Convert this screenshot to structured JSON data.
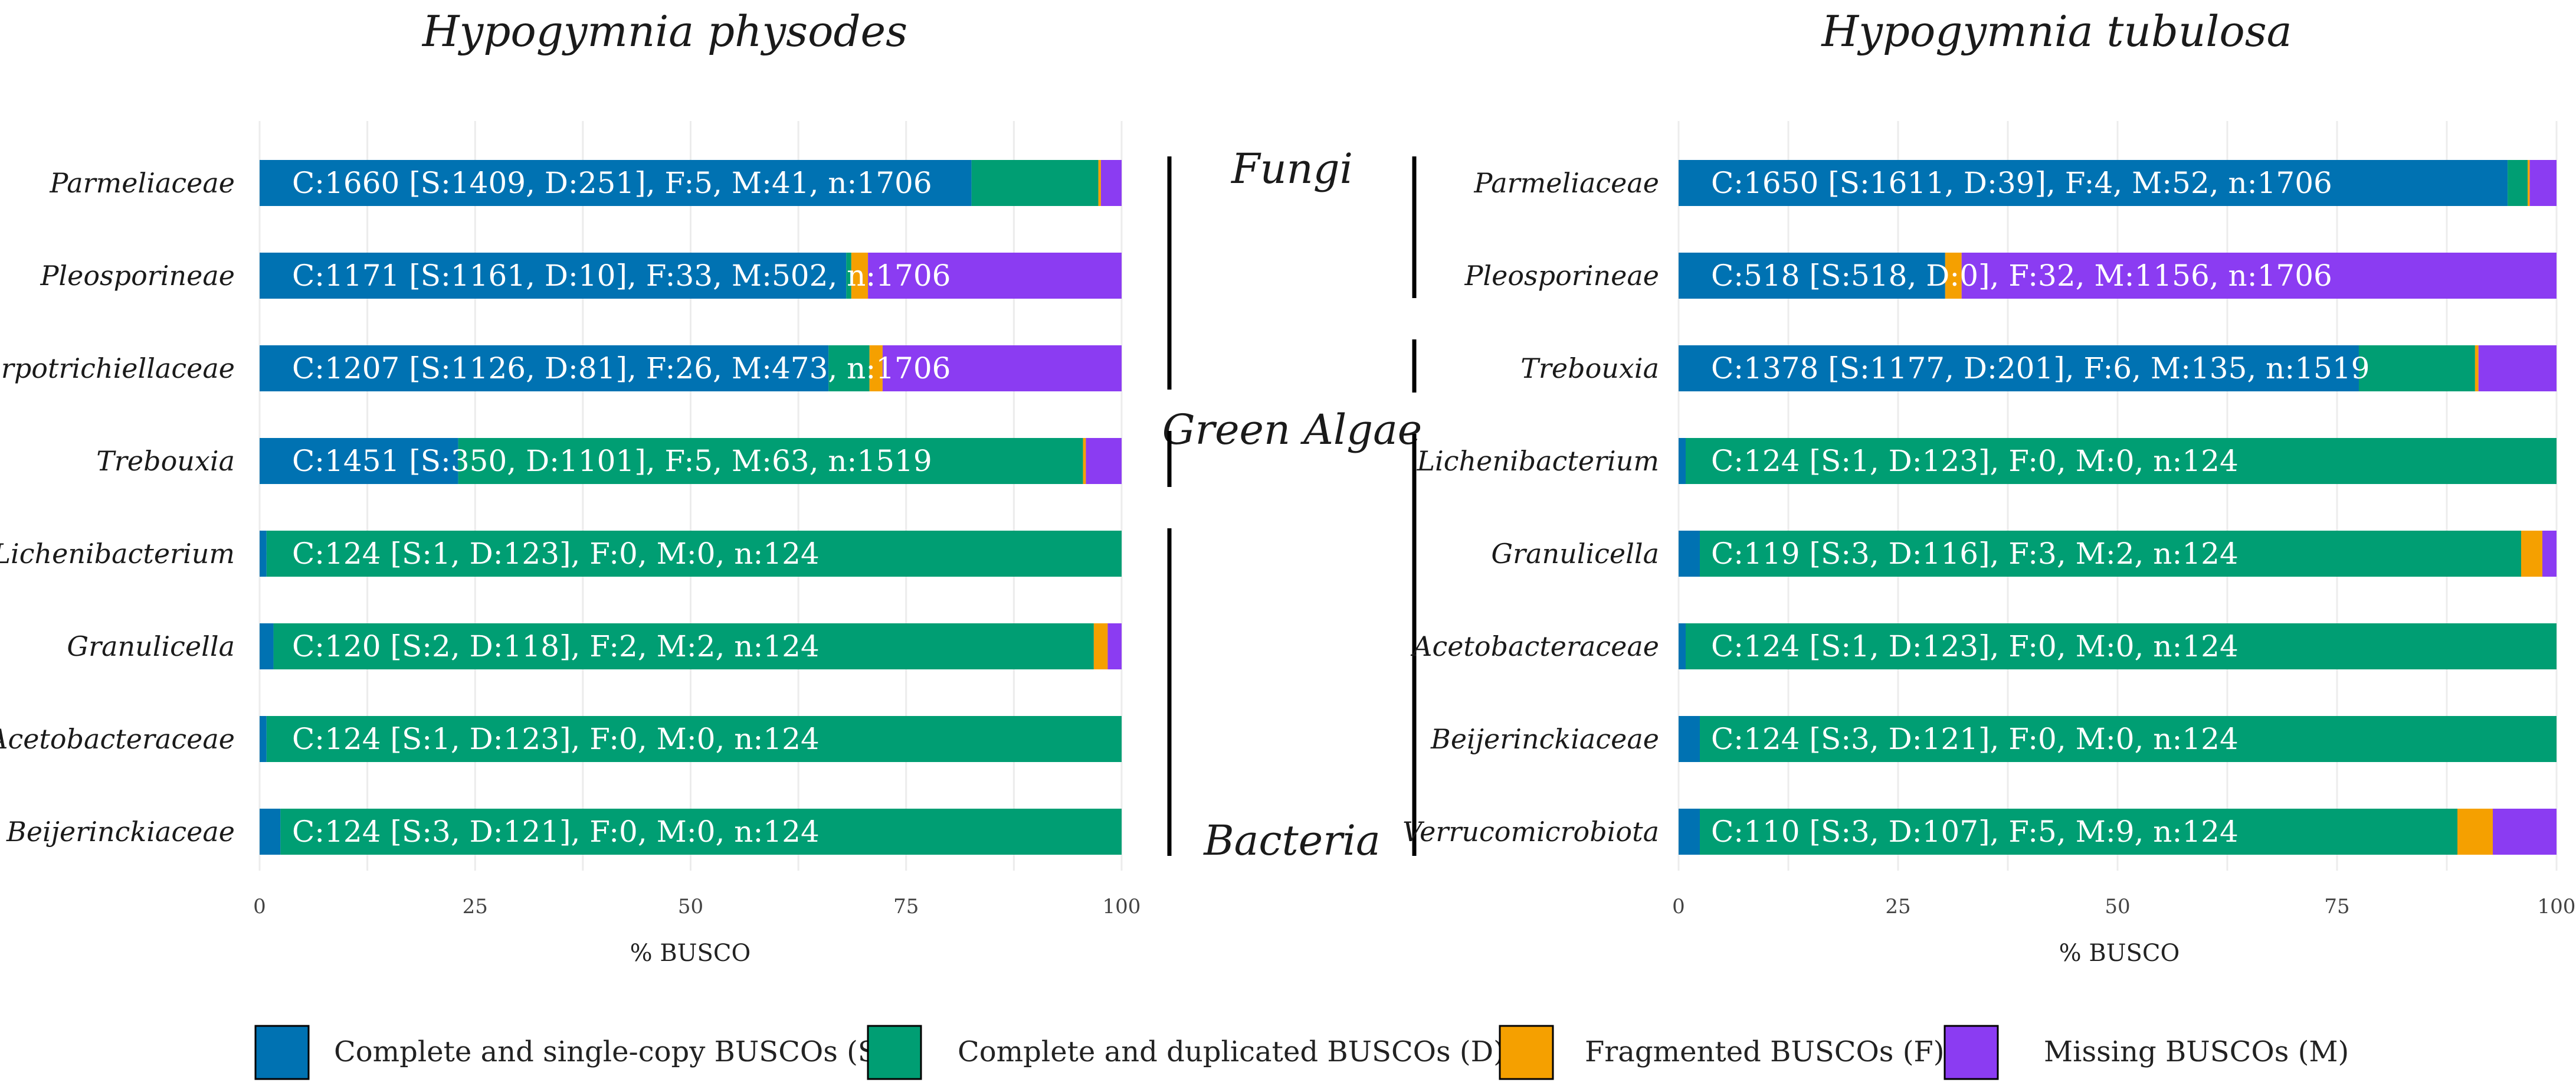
{
  "chart_data": {
    "type": "bar",
    "orientation": "horizontal",
    "stacked": true,
    "xlabel": "% BUSCO",
    "xlim": [
      0,
      100
    ],
    "xticks": [
      0,
      25,
      50,
      75,
      100
    ],
    "grid": true,
    "legend_position": "bottom",
    "legend": [
      {
        "key": "S",
        "label": "Complete and single-copy BUSCOs (S)",
        "color": "#0072B2"
      },
      {
        "key": "D",
        "label": "Complete and duplicated BUSCOs (D)",
        "color": "#009E73"
      },
      {
        "key": "F",
        "label": "Fragmented BUSCOs (F)",
        "color": "#F5A000"
      },
      {
        "key": "M",
        "label": "Missing BUSCOs (M)",
        "color": "#8B3CF2"
      }
    ],
    "group_labels": [
      "Fungi",
      "Green Algae",
      "Bacteria"
    ],
    "panels": [
      {
        "title": "Hypogymnia physodes",
        "bars": [
          {
            "category": "Parmeliaceae",
            "S": 1409,
            "D": 251,
            "F": 5,
            "M": 41,
            "n": 1706,
            "label": "C:1660 [S:1409, D:251], F:5, M:41, n:1706"
          },
          {
            "category": "Pleosporineae",
            "S": 1161,
            "D": 10,
            "F": 33,
            "M": 502,
            "n": 1706,
            "label": "C:1171 [S:1161, D:10], F:33, M:502, n:1706"
          },
          {
            "category": "Herpotrichiellaceae",
            "S": 1126,
            "D": 81,
            "F": 26,
            "M": 473,
            "n": 1706,
            "label": "C:1207 [S:1126, D:81], F:26, M:473, n:1706"
          },
          {
            "category": "Trebouxia",
            "S": 350,
            "D": 1101,
            "F": 5,
            "M": 63,
            "n": 1519,
            "label": "C:1451 [S:350, D:1101], F:5, M:63, n:1519"
          },
          {
            "category": "Lichenibacterium",
            "S": 1,
            "D": 123,
            "F": 0,
            "M": 0,
            "n": 124,
            "label": "C:124 [S:1, D:123], F:0, M:0, n:124"
          },
          {
            "category": "Granulicella",
            "S": 2,
            "D": 118,
            "F": 2,
            "M": 2,
            "n": 124,
            "label": "C:120 [S:2, D:118], F:2, M:2, n:124"
          },
          {
            "category": "Acetobacteraceae",
            "S": 1,
            "D": 123,
            "F": 0,
            "M": 0,
            "n": 124,
            "label": "C:124 [S:1, D:123], F:0, M:0, n:124"
          },
          {
            "category": "Beijerinckiaceae",
            "S": 3,
            "D": 121,
            "F": 0,
            "M": 0,
            "n": 124,
            "label": "C:124 [S:3, D:121], F:0, M:0, n:124"
          }
        ]
      },
      {
        "title": "Hypogymnia tubulosa",
        "bars": [
          {
            "category": "Parmeliaceae",
            "S": 1611,
            "D": 39,
            "F": 4,
            "M": 52,
            "n": 1706,
            "label": "C:1650 [S:1611, D:39], F:4, M:52, n:1706"
          },
          {
            "category": "Pleosporineae",
            "S": 518,
            "D": 0,
            "F": 32,
            "M": 1156,
            "n": 1706,
            "label": "C:518 [S:518, D:0], F:32, M:1156, n:1706"
          },
          {
            "category": "Trebouxia",
            "S": 1177,
            "D": 201,
            "F": 6,
            "M": 135,
            "n": 1519,
            "label": "C:1378 [S:1177, D:201], F:6, M:135, n:1519"
          },
          {
            "category": "Lichenibacterium",
            "S": 1,
            "D": 123,
            "F": 0,
            "M": 0,
            "n": 124,
            "label": "C:124 [S:1, D:123], F:0, M:0, n:124"
          },
          {
            "category": "Granulicella",
            "S": 3,
            "D": 116,
            "F": 3,
            "M": 2,
            "n": 124,
            "label": "C:119 [S:3, D:116], F:3, M:2, n:124"
          },
          {
            "category": "Acetobacteraceae",
            "S": 1,
            "D": 123,
            "F": 0,
            "M": 0,
            "n": 124,
            "label": "C:124 [S:1, D:123], F:0, M:0, n:124"
          },
          {
            "category": "Beijerinckiaceae",
            "S": 3,
            "D": 121,
            "F": 0,
            "M": 0,
            "n": 124,
            "label": "C:124 [S:3, D:121], F:0, M:0, n:124"
          },
          {
            "category": "Verrucomicrobiota",
            "S": 3,
            "D": 107,
            "F": 5,
            "M": 9,
            "n": 124,
            "label": "C:110 [S:3, D:107], F:5, M:9, n:124"
          }
        ]
      }
    ]
  }
}
